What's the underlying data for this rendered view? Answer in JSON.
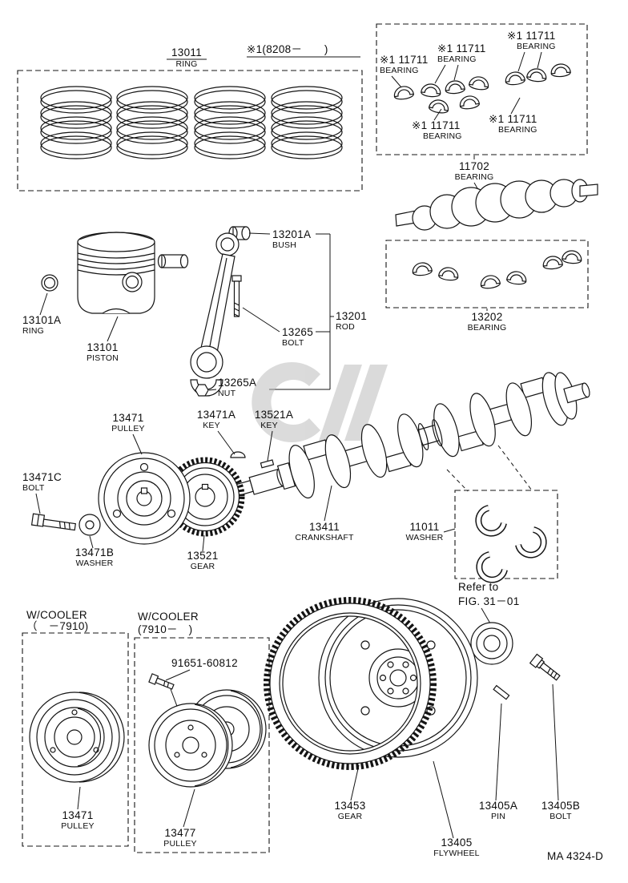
{
  "doc": {
    "code": "MA 4324-D",
    "top_note": "※1(8208－　　)",
    "refer_line1": "Refer to",
    "refer_line2": "FIG. 31－01"
  },
  "boxes": {
    "wcooler_early": {
      "line1": "W/COOLER",
      "line2": "（　－7910)"
    },
    "wcooler_late": {
      "line1": "W/COOLER",
      "line2": "(7910－　)"
    }
  },
  "parts": {
    "p13011": {
      "num": "13011",
      "name": "RING"
    },
    "p11711": {
      "num": "※1 11711",
      "name": "BEARING"
    },
    "p11702": {
      "num": "11702",
      "name": "BEARING"
    },
    "p13202": {
      "num": "13202",
      "name": "BEARING"
    },
    "p13101a": {
      "num": "13101A",
      "name": "RING"
    },
    "p13101": {
      "num": "13101",
      "name": "PISTON"
    },
    "p13201a": {
      "num": "13201A",
      "name": "BUSH"
    },
    "p13265": {
      "num": "13265",
      "name": "BOLT"
    },
    "p13201": {
      "num": "13201",
      "name": "ROD"
    },
    "p13265a": {
      "num": "13265A",
      "name": "NUT"
    },
    "p13471_top": {
      "num": "13471",
      "name": "PULLEY"
    },
    "p13471a": {
      "num": "13471A",
      "name": "KEY"
    },
    "p13521a": {
      "num": "13521A",
      "name": "KEY"
    },
    "p13471c": {
      "num": "13471C",
      "name": "BOLT"
    },
    "p13471b": {
      "num": "13471B",
      "name": "WASHER"
    },
    "p13521": {
      "num": "13521",
      "name": "GEAR"
    },
    "p13411": {
      "num": "13411",
      "name": "CRANKSHAFT"
    },
    "p11011": {
      "num": "11011",
      "name": "WASHER"
    },
    "p91651": {
      "num": "91651-60812"
    },
    "p13471_cooler": {
      "num": "13471",
      "name": "PULLEY"
    },
    "p13477": {
      "num": "13477",
      "name": "PULLEY"
    },
    "p13453": {
      "num": "13453",
      "name": "GEAR"
    },
    "p13405a": {
      "num": "13405A",
      "name": "PIN"
    },
    "p13405b": {
      "num": "13405B",
      "name": "BOLT"
    },
    "p13405": {
      "num": "13405",
      "name": "FLYWHEEL"
    }
  }
}
